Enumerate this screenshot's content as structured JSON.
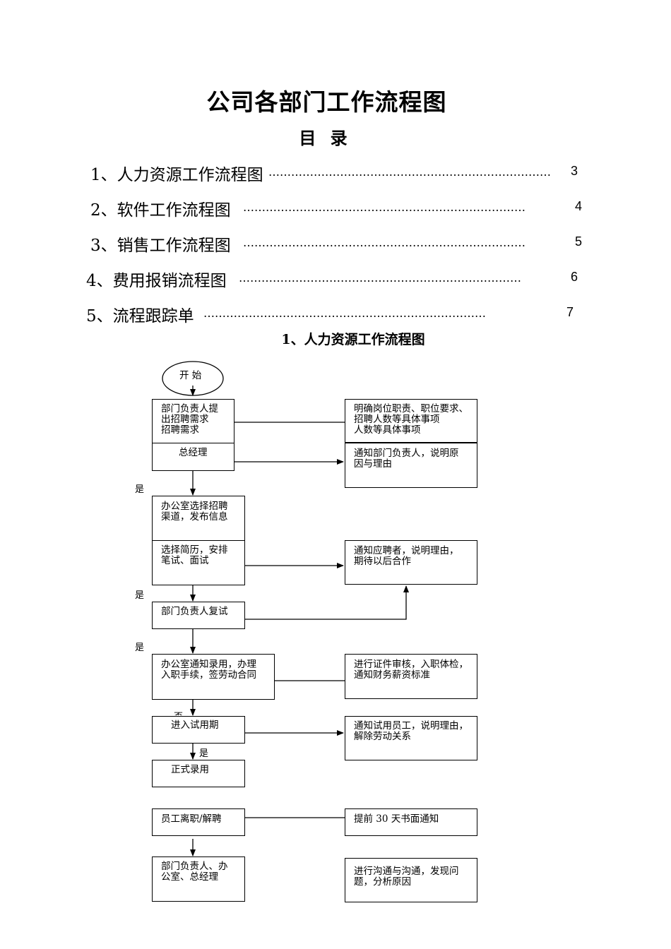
{
  "doc": {
    "title": "公司各部门工作流程图",
    "toc_heading": "目 录",
    "toc": [
      {
        "label": "1、人力资源工作流程图",
        "page": "3"
      },
      {
        "label": "2、软件工作流程图",
        "page": "4"
      },
      {
        "label": "3、销售工作流程图",
        "page": "5"
      },
      {
        "label": "4、费用报销流程图",
        "page": "6"
      },
      {
        "label": "5、流程跟踪单",
        "page": "7"
      }
    ],
    "toc_dots": "…………………………………………………………………",
    "section_title": "1、人力资源工作流程图"
  },
  "flow": {
    "start": "开 始",
    "dept_request": "部门负责人提\n出招聘需求\n招聘需求",
    "gm": "总经理",
    "clarify": "明确岗位职责、职位要求、\n招聘人数等具体事项\n人数等具体事项",
    "notify_dept": "通知部门负责人，说明原\n因与理由",
    "office_channel": "办公室选择招聘\n渠道，发布信息",
    "screen": "选择简历，安排\n笔试、面试",
    "notify_applicant": "通知应聘者，说明理由，\n期待以后合作",
    "retest": "部门负责人复试",
    "hire_notice": "办公室通知录用，办理\n入职手续，签劳动合同",
    "checks": "进行证件审核，入职体检，\n通知财务薪资标准",
    "probation": "进入试用期",
    "notify_probation": "通知试用员工，说明理由，\n 解除劳动关系",
    "formal": "正式录用",
    "leave": "员工离职/解聘",
    "notice30": "提前 30 天书面通知",
    "dept_office_gm": "部门负责人、办\n公室、总经理",
    "communicate": "进行沟通与沟通，发现问\n题，分析原因",
    "yes1": "是",
    "yes2": "是",
    "yes3": "是",
    "yes4": "是",
    "no1": "否"
  }
}
